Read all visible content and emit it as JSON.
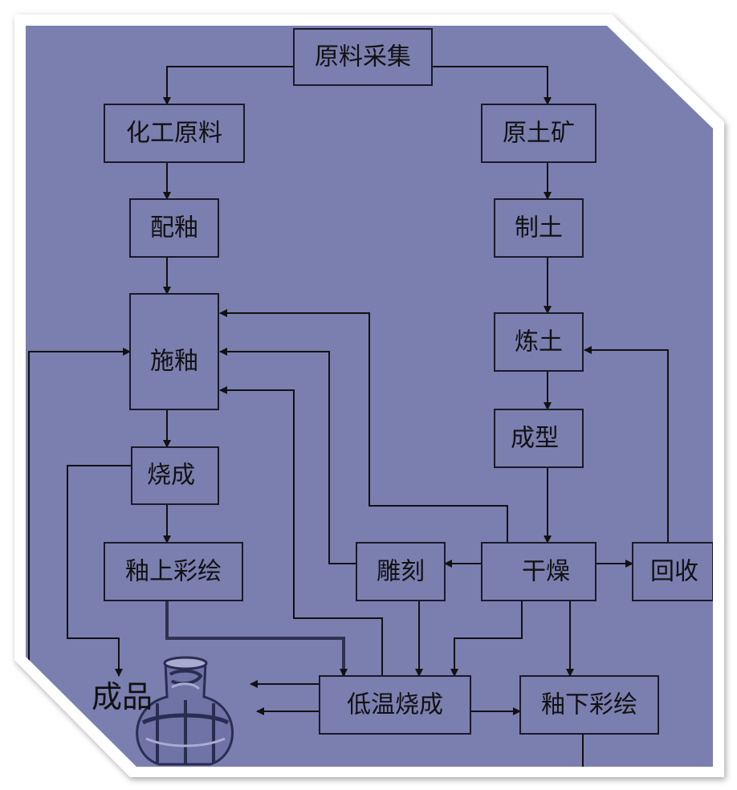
{
  "colors": {
    "panel": "#7b7faf",
    "frame": "#ffffff",
    "box_stroke": "#1a1a2a",
    "line": "#111111",
    "vase_dark": "#2a2d52",
    "vase_mid": "#6f73a6",
    "vase_light": "#a9acd0"
  },
  "nodes": {
    "raw_collection": "原料采集",
    "chemical_raw": "化工原料",
    "raw_ore": "原土矿",
    "glaze_mixing": "配釉",
    "clay_making": "制土",
    "glaze_applying": "施釉",
    "clay_refining": "炼土",
    "forming": "成型",
    "firing": "烧成",
    "overglaze_painting": "釉上彩绘",
    "carving": "雕刻",
    "drying": "干燥",
    "recycling": "回收",
    "low_temp_firing": "低温烧成",
    "underglaze_painting": "釉下彩绘"
  },
  "product_label": "成品",
  "icons": [
    "vase-icon"
  ]
}
